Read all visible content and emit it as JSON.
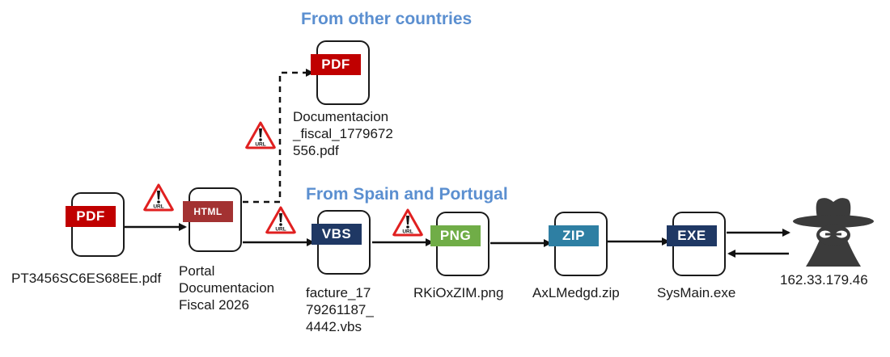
{
  "headings": {
    "other_countries": "From other countries",
    "spain_portugal": "From Spain and Portugal"
  },
  "nodes": {
    "pdf_initial": {
      "tag": "PDF",
      "tag_color": "#c00000",
      "label": "PT3456SC6ES68EE.pdf"
    },
    "html_portal": {
      "tag": "HTML",
      "tag_color": "#a33232",
      "label": "Portal\nDocumentacion\nFiscal 2026"
    },
    "pdf_other": {
      "tag": "PDF",
      "tag_color": "#c00000",
      "label": "Documentacion\n_fiscal_1779672\n556.pdf"
    },
    "vbs": {
      "tag": "VBS",
      "tag_color": "#1f3864",
      "label": "facture_17\n79261187_\n4442.vbs"
    },
    "png": {
      "tag": "PNG",
      "tag_color": "#70ad47",
      "label": "RKiOxZIM.png"
    },
    "zip": {
      "tag": "ZIP",
      "tag_color": "#2e7fa3",
      "label": "AxLMedgd.zip"
    },
    "exe": {
      "tag": "EXE",
      "tag_color": "#1f3864",
      "label": "SysMain.exe"
    },
    "c2": {
      "icon": "spy-hacker-icon",
      "label": "162.33.179.46"
    }
  },
  "warning": {
    "icon": "url-warning-icon",
    "text": "URL",
    "color": "#e02020"
  }
}
